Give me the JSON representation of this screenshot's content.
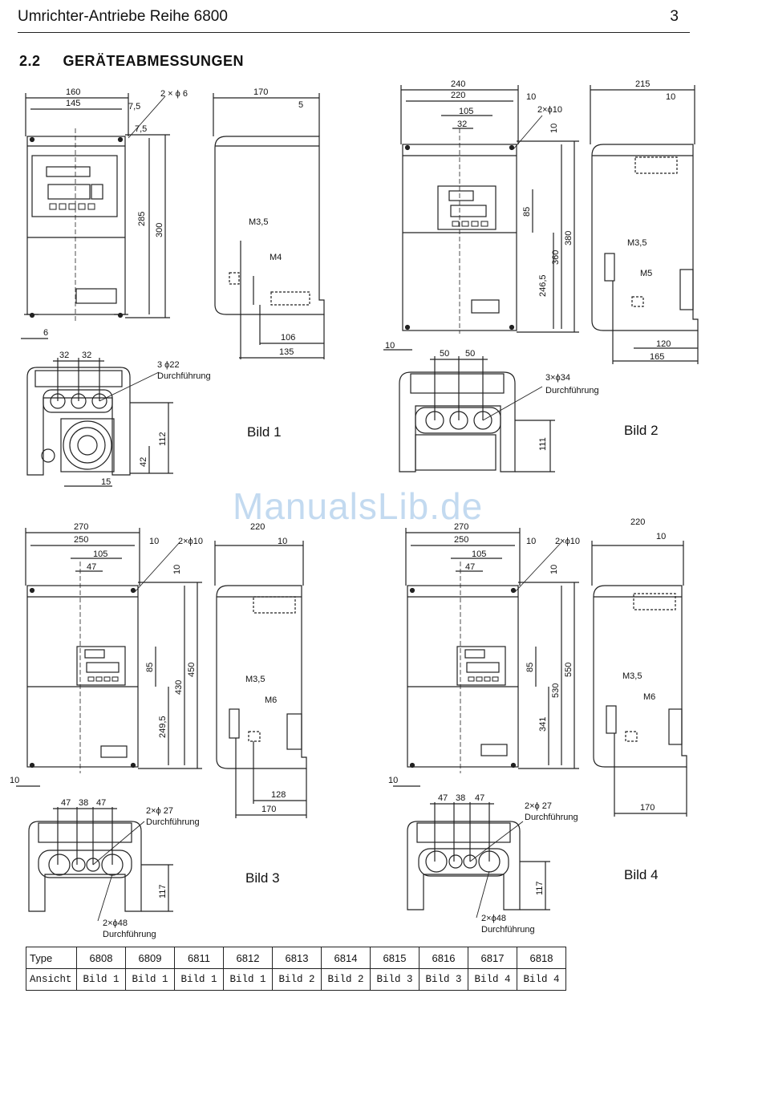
{
  "header": {
    "title": "Umrichter-Antriebe Reihe 6800",
    "page_number": "3"
  },
  "section": {
    "number": "2.2",
    "title": "GERÄTEABMESSUNGEN"
  },
  "watermark": "ManualsLib.de",
  "figures": {
    "bild1": {
      "caption": "Bild 1",
      "front": {
        "w_total": "160",
        "w_inner": "145",
        "off": "7,5",
        "holes": "2 × ϕ 6",
        "top": "7,5",
        "h_inner": "285",
        "h_total": "300",
        "foot": "6"
      },
      "side": {
        "depth": "170",
        "off": "5",
        "screw1": "M3,5",
        "screw2": "M4",
        "d1": "106",
        "d2": "135"
      },
      "bottom": {
        "s1": "32",
        "s2": "32",
        "holes": "3 ϕ22",
        "holes_note": "Durchführung",
        "h1": "112",
        "h2": "42",
        "w": "15"
      }
    },
    "bild2": {
      "caption": "Bild 2",
      "front": {
        "w_total": "240",
        "w_inner": "220",
        "off": "10",
        "holes": "2×ϕ10",
        "w105": "105",
        "w32": "32",
        "top": "10",
        "h85": "85",
        "h380": "380",
        "h360": "360",
        "h246": "246,5",
        "foot": "10"
      },
      "side": {
        "depth": "215",
        "off": "10",
        "screw1": "M3,5",
        "screw2": "M5",
        "d1": "120",
        "d2": "165"
      },
      "bottom": {
        "s1": "50",
        "s2": "50",
        "holes": "3×ϕ34",
        "holes_note": "Durchführung",
        "h1": "111"
      }
    },
    "bild3": {
      "caption": "Bild 3",
      "front": {
        "w_total": "270",
        "w_inner": "250",
        "off": "10",
        "holes": "2×ϕ10",
        "w105": "105",
        "w47": "47",
        "top": "10",
        "h85": "85",
        "h450": "450",
        "h430": "430",
        "h249": "249,5",
        "foot": "10"
      },
      "side": {
        "depth": "220",
        "off": "10",
        "screw1": "M3,5",
        "screw2": "M6",
        "d1": "128",
        "d2": "170"
      },
      "bottom": {
        "s1": "47",
        "s2": "38",
        "s3": "47",
        "holes1": "2×ϕ 27",
        "holes2": "2×ϕ48",
        "holes_note": "Durchführung",
        "h1": "117"
      }
    },
    "bild4": {
      "caption": "Bild 4",
      "front": {
        "w_total": "270",
        "w_inner": "250",
        "off": "10",
        "holes": "2×ϕ10",
        "w105": "105",
        "w47": "47",
        "top": "10",
        "h85": "85",
        "h550": "550",
        "h530": "530",
        "h341": "341",
        "foot": "10"
      },
      "side": {
        "depth": "220",
        "off": "10",
        "screw1": "M3,5",
        "screw2": "M6",
        "d1": "170"
      },
      "bottom": {
        "s1": "47",
        "s2": "38",
        "s3": "47",
        "holes1": "2×ϕ 27",
        "holes2": "2×ϕ48",
        "holes_note": "Durchführung",
        "h1": "117"
      }
    }
  },
  "table": {
    "row1_label": "Type",
    "row2_label": "Ansicht",
    "types": [
      "6808",
      "6809",
      "6811",
      "6812",
      "6813",
      "6814",
      "6815",
      "6816",
      "6817",
      "6818"
    ],
    "views": [
      "Bild 1",
      "Bild 1",
      "Bild 1",
      "Bild 1",
      "Bild 2",
      "Bild 2",
      "Bild 3",
      "Bild 3",
      "Bild 4",
      "Bild 4"
    ]
  }
}
